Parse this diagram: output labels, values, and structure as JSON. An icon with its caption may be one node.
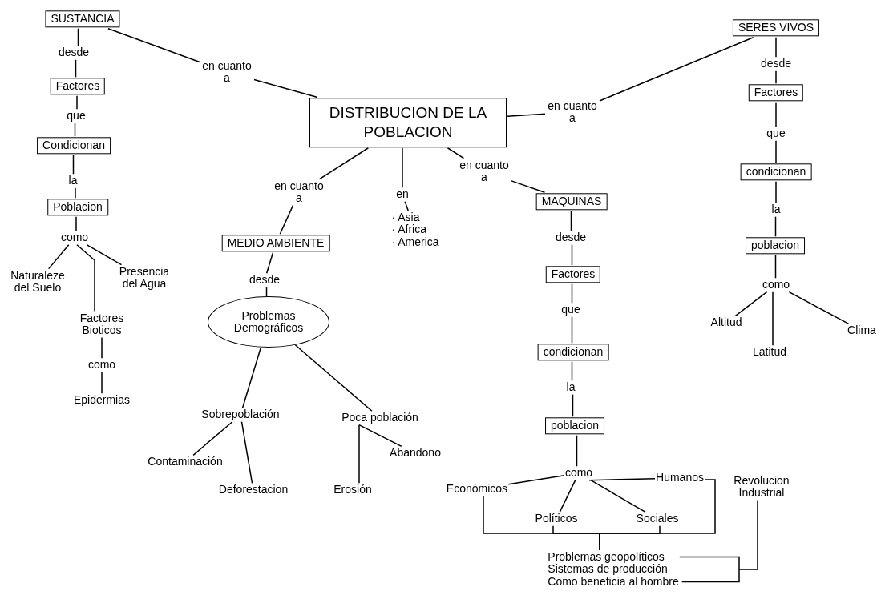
{
  "diagram": {
    "nodes": [
      {
        "text": [
          "DISTRIBUCION DE LA POBLACION"
        ]
      },
      {
        "text": [
          "SUSTANCIA"
        ]
      },
      {
        "text": [
          "en cuanto a"
        ]
      },
      {
        "text": [
          "desde"
        ]
      },
      {
        "text": [
          "Factores"
        ]
      },
      {
        "text": [
          "que"
        ]
      },
      {
        "text": [
          "Condicionan"
        ]
      },
      {
        "text": [
          "la"
        ]
      },
      {
        "text": [
          "Poblacion"
        ]
      },
      {
        "text": [
          "como"
        ]
      },
      {
        "text": [
          "Naturaleze del Suelo"
        ]
      },
      {
        "text": [
          "Presencia del Agua"
        ]
      },
      {
        "text": [
          "Factores Bioticos"
        ]
      },
      {
        "text": [
          "como"
        ]
      },
      {
        "text": [
          "Epidermias"
        ]
      },
      {
        "text": [
          "en cuanto a"
        ]
      },
      {
        "text": [
          "MEDIO AMBIENTE"
        ]
      },
      {
        "text": [
          "desde"
        ]
      },
      {
        "text": [
          "Problemas Demográficos"
        ]
      },
      {
        "text": [
          "Sobrepoblación"
        ]
      },
      {
        "text": [
          "Poca población"
        ]
      },
      {
        "text": [
          "Contaminación"
        ]
      },
      {
        "text": [
          "Deforestacion"
        ]
      },
      {
        "text": [
          "Abandono"
        ]
      },
      {
        "text": [
          "Erosión"
        ]
      },
      {
        "text": [
          "en"
        ]
      },
      {
        "text": [
          "· Asia",
          "· Africa",
          "· America"
        ]
      },
      {
        "text": [
          "en cuanto a"
        ]
      },
      {
        "text": [
          "MAQUINAS"
        ]
      },
      {
        "text": [
          "desde"
        ]
      },
      {
        "text": [
          "Factores"
        ]
      },
      {
        "text": [
          "que"
        ]
      },
      {
        "text": [
          "condicionan"
        ]
      },
      {
        "text": [
          "la"
        ]
      },
      {
        "text": [
          "poblacion"
        ]
      },
      {
        "text": [
          "como"
        ]
      },
      {
        "text": [
          "Económicos"
        ]
      },
      {
        "text": [
          "Humanos"
        ]
      },
      {
        "text": [
          "Políticos"
        ]
      },
      {
        "text": [
          "Sociales"
        ]
      },
      {
        "text": [
          "Revolucion Industrial"
        ]
      },
      {
        "text": [
          "Problemas geopolíticos",
          "Sistemas de producción",
          "Como beneficia al hombre"
        ]
      },
      {
        "text": [
          "en cuanto a"
        ]
      },
      {
        "text": [
          "SERES VIVOS"
        ]
      },
      {
        "text": [
          "desde"
        ]
      },
      {
        "text": [
          "Factores"
        ]
      },
      {
        "text": [
          "que"
        ]
      },
      {
        "text": [
          "condicionan"
        ]
      },
      {
        "text": [
          "la"
        ]
      },
      {
        "text": [
          "poblacion"
        ]
      },
      {
        "text": [
          "como"
        ]
      },
      {
        "text": [
          "Altitud"
        ]
      },
      {
        "text": [
          "Latitud"
        ]
      },
      {
        "text": [
          "Clima"
        ]
      }
    ],
    "edges": [
      {
        "from": 1,
        "to": 3,
        "arrow": "none"
      },
      {
        "from": 3,
        "to": 4,
        "arrow": "none"
      },
      {
        "from": 4,
        "to": 5,
        "arrow": "none"
      },
      {
        "from": 5,
        "to": 6,
        "arrow": "none"
      },
      {
        "from": 6,
        "to": 7,
        "arrow": "none"
      },
      {
        "from": 7,
        "to": 8,
        "arrow": "none"
      },
      {
        "from": 8,
        "to": 9,
        "arrow": "none"
      },
      {
        "from": 9,
        "to": 10,
        "arrow": "none"
      },
      {
        "from": 9,
        "to": 11,
        "arrow": "none"
      },
      {
        "from": 9,
        "to": 12,
        "arrow": "none"
      },
      {
        "from": 12,
        "to": 13,
        "arrow": "none"
      },
      {
        "from": 13,
        "to": 14,
        "arrow": "none"
      },
      {
        "from": 1,
        "to": 2,
        "arrow": "none"
      },
      {
        "from": 2,
        "to": 0,
        "arrow": "none"
      },
      {
        "from": 0,
        "to": 15,
        "arrow": "none"
      },
      {
        "from": 15,
        "to": 16,
        "arrow": "none"
      },
      {
        "from": 16,
        "to": 17,
        "arrow": "none"
      },
      {
        "from": 17,
        "to": 18,
        "arrow": "none"
      },
      {
        "from": 18,
        "to": 19,
        "arrow": "none"
      },
      {
        "from": 18,
        "to": 20,
        "arrow": "none"
      },
      {
        "from": 19,
        "to": 21,
        "arrow": "none"
      },
      {
        "from": 19,
        "to": 22,
        "arrow": "none"
      },
      {
        "from": 20,
        "to": 24,
        "arrow": "none"
      },
      {
        "from": 20,
        "to": 23,
        "arrow": "none"
      },
      {
        "from": 0,
        "to": 25,
        "arrow": "none"
      },
      {
        "from": 25,
        "to": 26,
        "arrow": "none"
      },
      {
        "from": 0,
        "to": 27,
        "arrow": "none"
      },
      {
        "from": 27,
        "to": 28,
        "arrow": "none"
      },
      {
        "from": 28,
        "to": 29,
        "arrow": "none"
      },
      {
        "from": 29,
        "to": 30,
        "arrow": "none"
      },
      {
        "from": 30,
        "to": 31,
        "arrow": "none"
      },
      {
        "from": 31,
        "to": 32,
        "arrow": "none"
      },
      {
        "from": 32,
        "to": 33,
        "arrow": "none"
      },
      {
        "from": 33,
        "to": 34,
        "arrow": "none"
      },
      {
        "from": 34,
        "to": 35,
        "arrow": "none"
      },
      {
        "from": 35,
        "to": 36,
        "arrow": "none"
      },
      {
        "from": 35,
        "to": 37,
        "arrow": "none"
      },
      {
        "from": 35,
        "to": 38,
        "arrow": "none"
      },
      {
        "from": 35,
        "to": 39,
        "arrow": "none"
      },
      {
        "from": 36,
        "to": 41,
        "arrow": "none"
      },
      {
        "from": 38,
        "to": 41,
        "arrow": "none"
      },
      {
        "from": 39,
        "to": 41,
        "arrow": "none"
      },
      {
        "from": 37,
        "to": 41,
        "arrow": "none"
      },
      {
        "from": 40,
        "to": 41,
        "arrow": "none"
      },
      {
        "from": 0,
        "to": 42,
        "arrow": "none"
      },
      {
        "from": 42,
        "to": 43,
        "arrow": "none"
      },
      {
        "from": 43,
        "to": 44,
        "arrow": "none"
      },
      {
        "from": 44,
        "to": 45,
        "arrow": "none"
      },
      {
        "from": 45,
        "to": 46,
        "arrow": "none"
      },
      {
        "from": 46,
        "to": 47,
        "arrow": "none"
      },
      {
        "from": 47,
        "to": 48,
        "arrow": "none"
      },
      {
        "from": 48,
        "to": 49,
        "arrow": "none"
      },
      {
        "from": 49,
        "to": 50,
        "arrow": "none"
      },
      {
        "from": 50,
        "to": 51,
        "arrow": "none"
      },
      {
        "from": 50,
        "to": 52,
        "arrow": "none"
      },
      {
        "from": 50,
        "to": 53,
        "arrow": "none"
      }
    ]
  }
}
